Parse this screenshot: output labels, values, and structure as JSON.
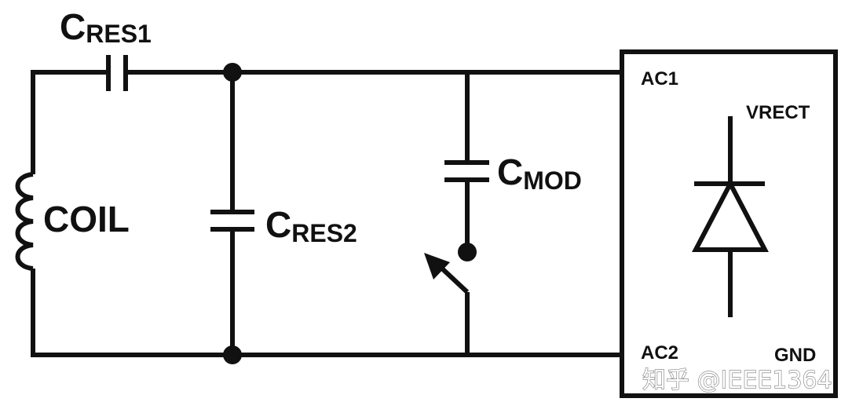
{
  "labels": {
    "cres1_main": "C",
    "cres1_sub": "RES1",
    "cres2_main": "C",
    "cres2_sub": "RES2",
    "cmod_main": "C",
    "cmod_sub": "MOD",
    "coil": "COIL",
    "ac1": "AC1",
    "ac2": "AC2",
    "vrect": "VRECT",
    "gnd": "GND"
  },
  "watermark": "知乎 @IEEE1364",
  "colors": {
    "wire": "#111111",
    "background": "#ffffff"
  }
}
